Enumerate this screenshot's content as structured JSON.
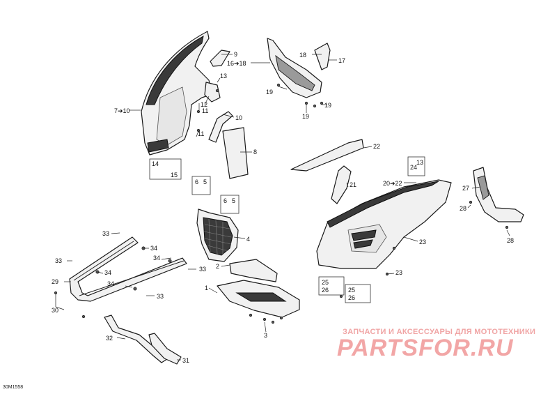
{
  "diagram": {
    "reference_code": "30M1558",
    "watermark": {
      "tagline": "ЗАПЧАСТИ И АКСЕССУАРЫ ДЛЯ МОТОТЕХНИКИ",
      "logo": "PARTSFOR.RU",
      "color": "#f2a6a6"
    },
    "callouts": {
      "c1": "1",
      "c2": "2",
      "c3": "3",
      "c4": "4",
      "c5a": "5",
      "c5b": "5",
      "c6a": "6",
      "c6b": "6",
      "c7_10": "7➔10",
      "c8": "8",
      "c9": "9",
      "c10": "10",
      "c11a": "11",
      "c11b": "11",
      "c12": "12",
      "c13a": "13",
      "c13b": "13",
      "c14": "14",
      "c15": "15",
      "c16_18": "16➔18",
      "c17": "17",
      "c18": "18",
      "c19a": "19",
      "c19b": "19",
      "c19c": "19",
      "c20_22": "20➔22",
      "c21": "21",
      "c22": "22",
      "c23a": "23",
      "c23b": "23",
      "c24": "24",
      "c25a": "25",
      "c25b": "25",
      "c26a": "26",
      "c26b": "26",
      "c27": "27",
      "c28a": "28",
      "c28b": "28",
      "c29": "29",
      "c30": "30",
      "c31": "31",
      "c32": "32",
      "c33a": "33",
      "c33b": "33",
      "c33c": "33",
      "c33d": "33",
      "c34a": "34",
      "c34b": "34",
      "c34c": "34",
      "c34d": "34"
    }
  }
}
